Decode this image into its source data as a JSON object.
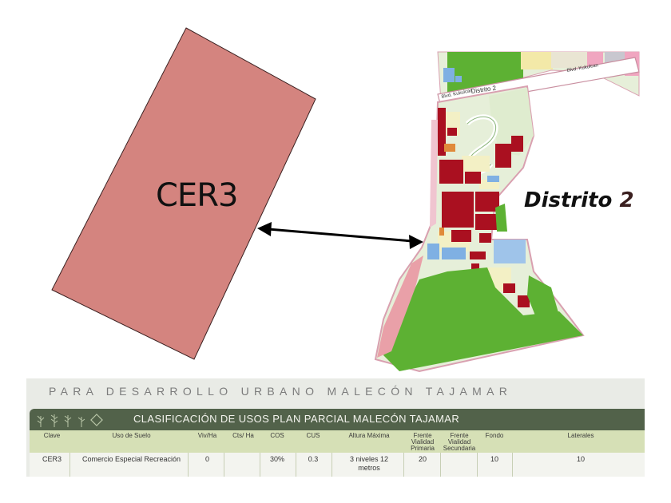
{
  "map": {
    "parcel_label": "CER3",
    "district_label_text": "Distrito",
    "district_label_num": "2",
    "street_label_1": "Blvd. Kukulcan",
    "street_label_2": "Distrito 2",
    "street_label_3": "Blvd. Kukulcan",
    "colors": {
      "parcel": "#d4847f",
      "commercial": "#aa1020",
      "green": "#5db133",
      "light_green": "#e6efd9",
      "cream": "#f3f0c5",
      "blue": "#7fb0e3",
      "pink": "#f0a6c0",
      "orange": "#e08a3a"
    }
  },
  "document": {
    "header": "PARA DESARROLLO URBANO MALECÓN TAJAMAR",
    "banner_title": "CLASIFICACIÓN DE USOS PLAN PARCIAL MALECÓN TAJAMAR",
    "columns": {
      "clave": "Clave",
      "uso": "Uso de Suelo",
      "viv": "Viv/Ha",
      "cts": "Cts/ Ha",
      "cos": "COS",
      "cus": "CUS",
      "altura": "Altura Máxima",
      "frente1": "Frente Vialidad Primaria",
      "frente2": "Frente Vialidad Secundaria",
      "fondo": "Fondo",
      "laterales": "Laterales"
    },
    "row": {
      "clave": "CER3",
      "uso": "Comercio Especial Recreación",
      "viv": "0",
      "cts": "",
      "cos": "30%",
      "cus": "0.3",
      "altura": "3 niveles 12 metros",
      "frente1": "20",
      "frente2": "",
      "fondo": "10",
      "laterales": "10"
    }
  }
}
